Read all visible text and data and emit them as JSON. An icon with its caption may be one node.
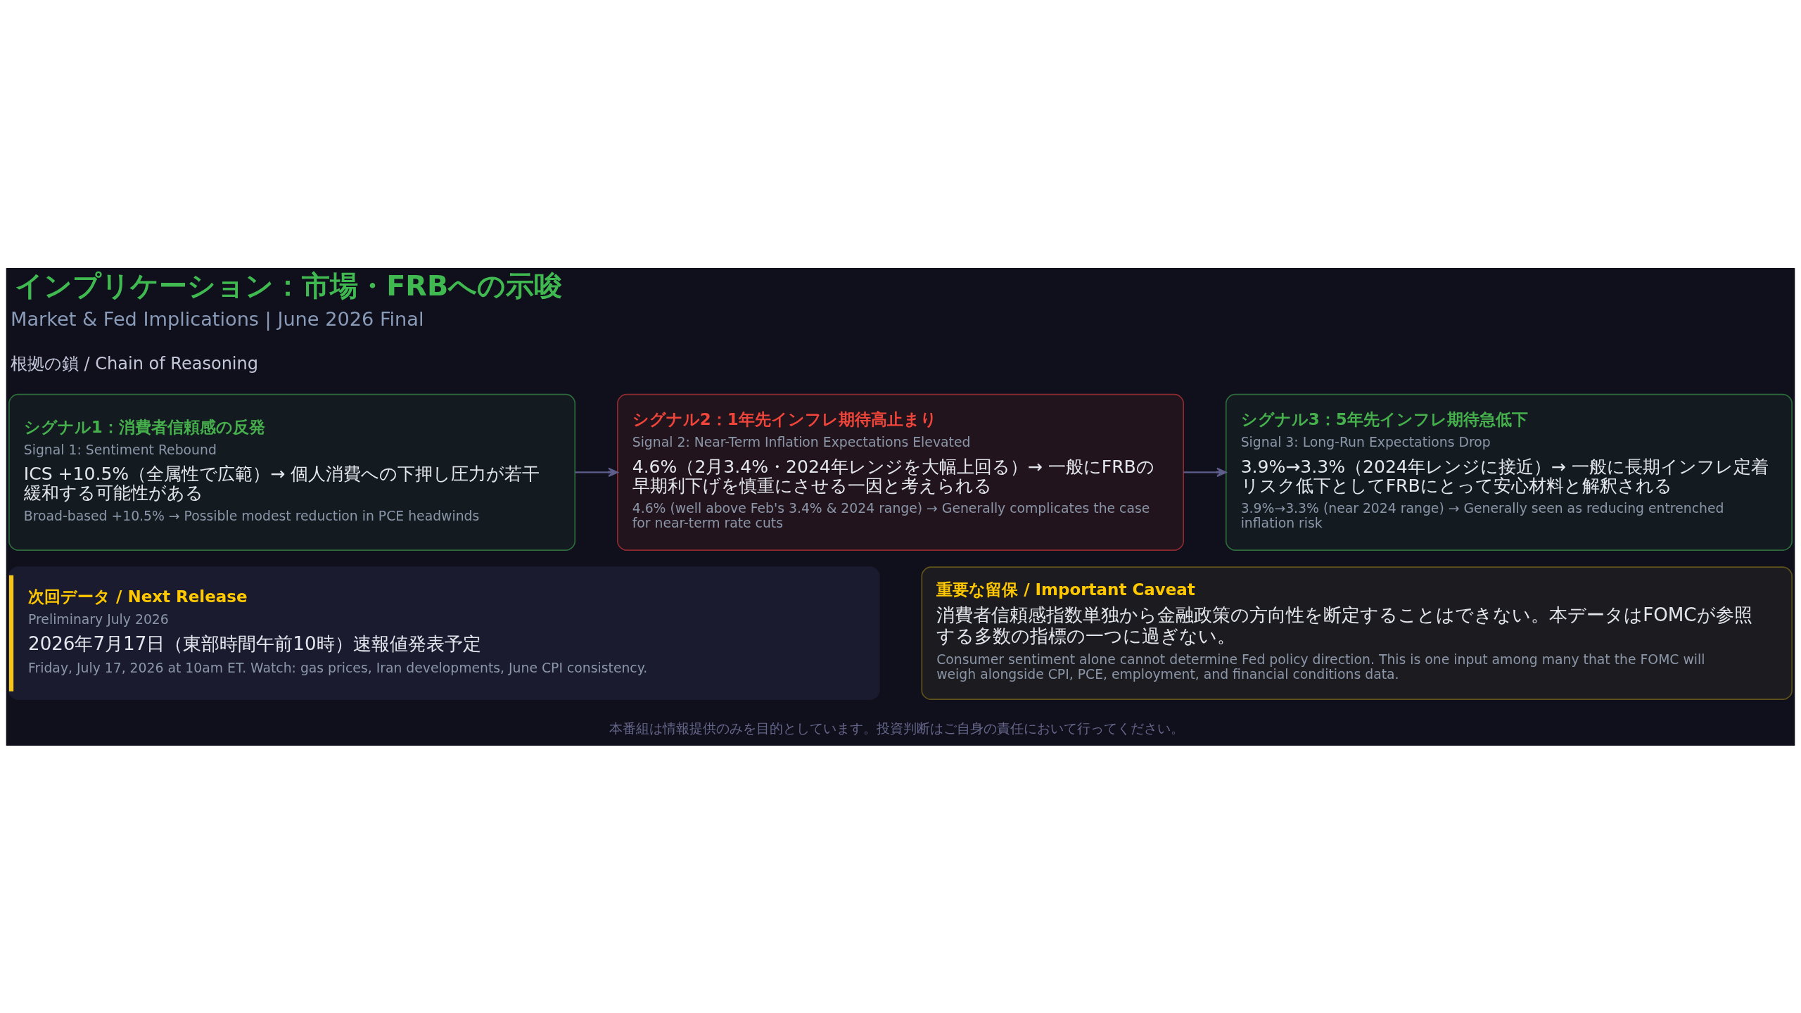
{
  "diagram": {
    "title": "インプリケーション：市場・FRBへの示唆",
    "nodes": [
      {
        "text": [
          "シグナル1：消費者信頼感の反発",
          "Signal 1: Sentiment Rebound",
          "ICS +10.5%（全属性で広範）→ 個人消費への下押し圧力が若干緩和する可能性がある",
          "Broad-based +10.5% → Possible modest reduction in PCE headwinds"
        ]
      },
      {
        "text": [
          "シグナル2：1年先インフレ期待高止まり",
          "Signal 2: Near-Term Inflation Expectations Elevated",
          "4.6%（2月3.4%・2024年レンジを大幅上回る）→ 一般にFRBの早期利下げを慎重にさせる一因と考えられる",
          "4.6% (well above Feb's 3.4% & 2024 range) → Generally complicates the case for near-term rate cuts"
        ]
      },
      {
        "text": [
          "シグナル3：5年先インフレ期待急低下",
          "Signal 3: Long-Run Expectations Drop",
          "3.9%→3.3%（2024年レンジに接近）→ 一般に長期インフレ定着リスク低下としてFRBにとって安心材料と解釈される",
          "3.9%→3.3% (near 2024 range) → Generally seen as reducing entrenched inflation risk"
        ]
      },
      {
        "text": [
          "次回データ / Next Release",
          "Preliminary July 2026",
          "2026年7月17日（東部時間午前10時）速報値発表予定",
          "Friday, July 17, 2026 at 10am ET. Watch: gas prices, Iran developments, June CPI consistency."
        ]
      },
      {
        "text": [
          "重要な留保 / Important Caveat",
          "消費者信頼感指数単独から金融政策の方向性を断定することはできない。本データはFOMCが参照する多数の指標の一つに過ぎない。",
          "Consumer sentiment alone cannot determine Fed policy direction. This is one input among many that the FOMC will weigh alongside CPI, PCE, employment, and financial conditions data."
        ]
      }
    ],
    "edges": [
      {
        "from": 0,
        "to": 1,
        "arrow": "to"
      },
      {
        "from": 1,
        "to": 2,
        "arrow": "to"
      }
    ],
    "labels": [
      "Market & Fed Implications | June 2026 Final",
      "根拠の鎖 / Chain of Reasoning",
      "本番組は情報提供のみを目的としています。投資判断はご自身の責任において行ってください。"
    ]
  }
}
